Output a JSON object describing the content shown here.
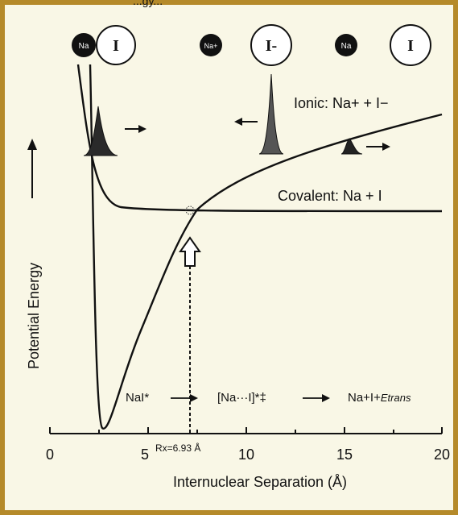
{
  "top_title_fragment": "...gy...",
  "atoms": {
    "left": {
      "na": "Na",
      "i": "I"
    },
    "middle": {
      "na": "Na+",
      "i": "I-"
    },
    "right": {
      "na": "Na",
      "i": "I"
    }
  },
  "labels": {
    "ionic": "Ionic:  Na+ + I−",
    "covalent": "Covalent:  Na + I",
    "reaction_left": "NaI*",
    "reaction_mid": "[Na···I]*‡",
    "reaction_right": "Na+I+",
    "reaction_right_italic": "Etrans",
    "rx": "Rx=6.93 Å"
  },
  "axes": {
    "x_label": "Internuclear Separation (Å)",
    "y_label": "Potential Energy",
    "x_ticks": [
      "0",
      "5",
      "10",
      "15",
      "20"
    ]
  },
  "colors": {
    "frame": "#b58a2a",
    "background": "#f9f7e6",
    "curve": "#111111",
    "packet": "#222222"
  }
}
